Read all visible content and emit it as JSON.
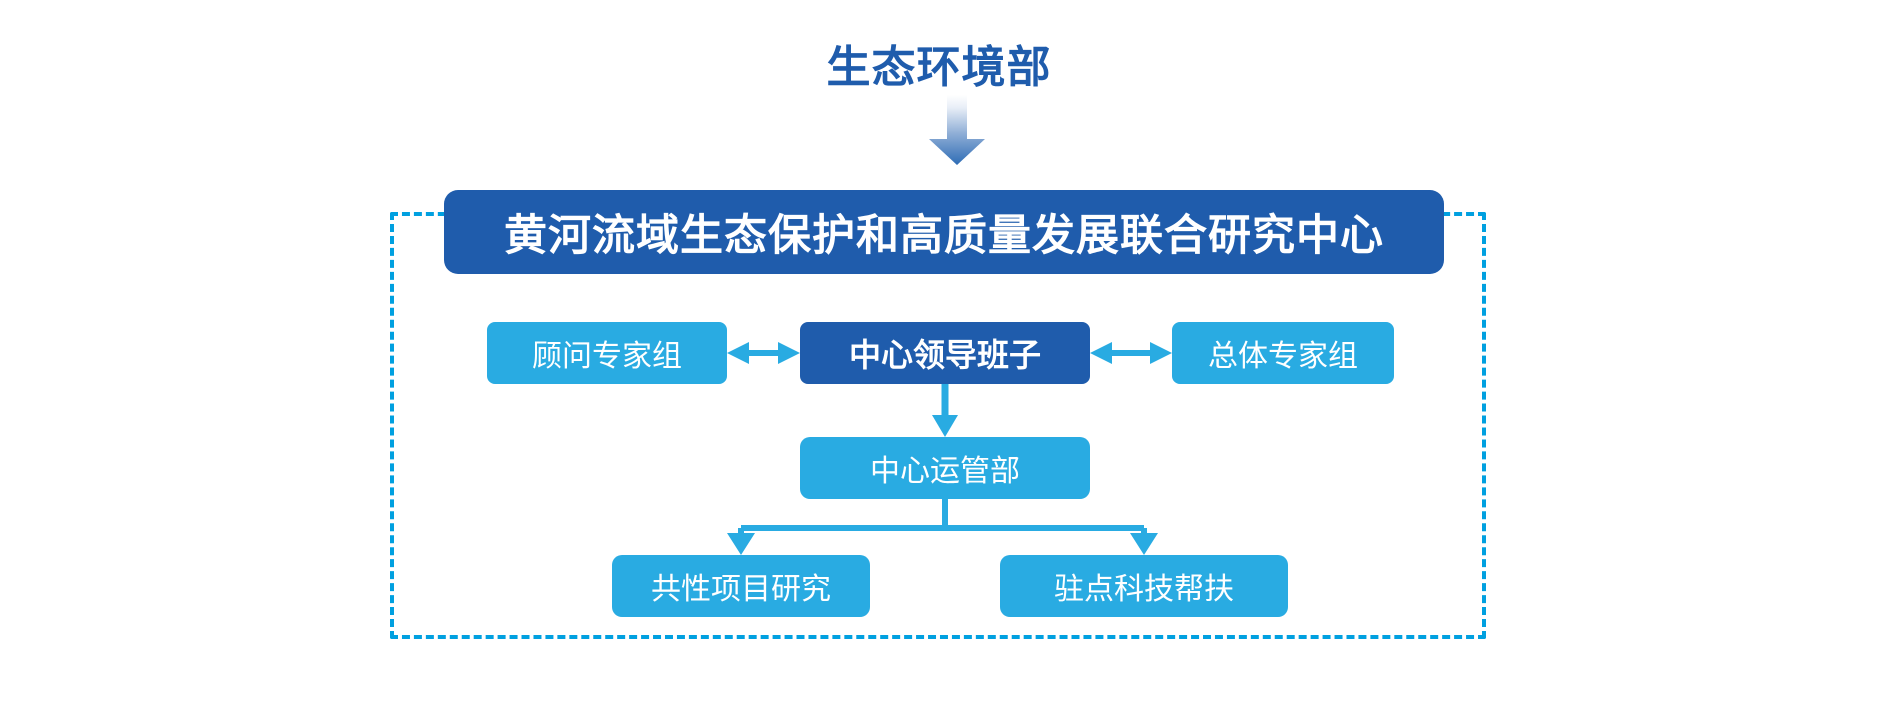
{
  "diagram": {
    "title": "生态环境部",
    "colors": {
      "dark_blue": "#1f5cac",
      "light_blue": "#29abe2",
      "dashed_border": "#00a0e0",
      "background": "#ffffff",
      "text_on_box": "#ffffff"
    },
    "header": {
      "label": "黄河流域生态保护和高质量发展联合研究中心"
    },
    "row_leadership": {
      "left": "顾问专家组",
      "center": "中心领导班子",
      "right": "总体专家组"
    },
    "row_operations": {
      "label": "中心运管部"
    },
    "row_functions": {
      "left": "共性项目研究",
      "right": "驻点科技帮扶"
    },
    "connectors": {
      "ministry_to_header": "down-arrow",
      "advisor_to_leader": "double-headed-arrow",
      "leader_to_general": "double-headed-arrow",
      "leader_to_operations": "down-arrow",
      "operations_to_project": "down-arrow",
      "operations_to_support": "down-arrow"
    }
  }
}
